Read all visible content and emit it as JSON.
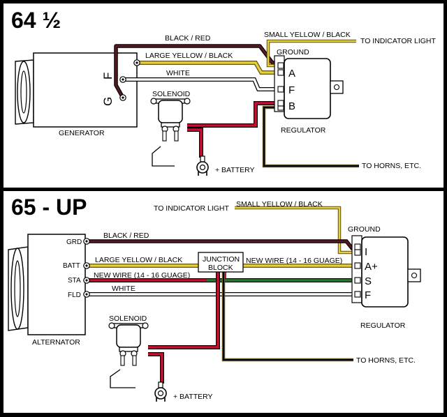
{
  "colors": {
    "background": "#000000",
    "panel": "#ffffff",
    "black_red": "#5a1a22",
    "yellow": "#e8d23a",
    "yellow_dark": "#6b5a1e",
    "red": "#c8102e",
    "green": "#1f7a2e",
    "white_wire": "#ffffff"
  },
  "top": {
    "title": "64 ½",
    "labels": {
      "black_red": "BLACK / RED",
      "small_yellow_black": "SMALL YELLOW / BLACK",
      "to_indicator_light": "TO INDICATOR LIGHT",
      "ground": "GROUND",
      "large_yellow_black": "LARGE YELLOW / BLACK",
      "white": "WHITE",
      "solenoid": "SOLENOID",
      "generator": "GENERATOR",
      "regulator": "REGULATOR",
      "battery": "+ BATTERY",
      "to_horns": "TO HORNS, ETC."
    },
    "generator_terminals": {
      "g": "G",
      "f": "F"
    },
    "regulator_terminals": [
      "A",
      "F",
      "B"
    ]
  },
  "bottom": {
    "title": "65 - UP",
    "labels": {
      "to_indicator_light": "TO INDICATOR LIGHT",
      "small_yellow_black": "SMALL YELLOW / BLACK",
      "ground": "GROUND",
      "black_red": "BLACK / RED",
      "large_yellow_black": "LARGE YELLOW / BLACK",
      "junction_line1": "JUNCTION",
      "junction_line2": "BLOCK",
      "new_wire_right": "NEW WIRE (14 - 16 GUAGE)",
      "new_wire_left": "NEW WIRE (14 - 16 GUAGE)",
      "white": "WHITE",
      "solenoid": "SOLENOID",
      "alternator": "ALTERNATOR",
      "regulator": "REGULATOR",
      "to_horns": "TO HORNS, ETC.",
      "battery": "+ BATTERY"
    },
    "alternator_terminals": [
      "GRD",
      "BATT",
      "STA",
      "FLD"
    ],
    "regulator_terminals": [
      "I",
      "A+",
      "S",
      "F"
    ]
  }
}
